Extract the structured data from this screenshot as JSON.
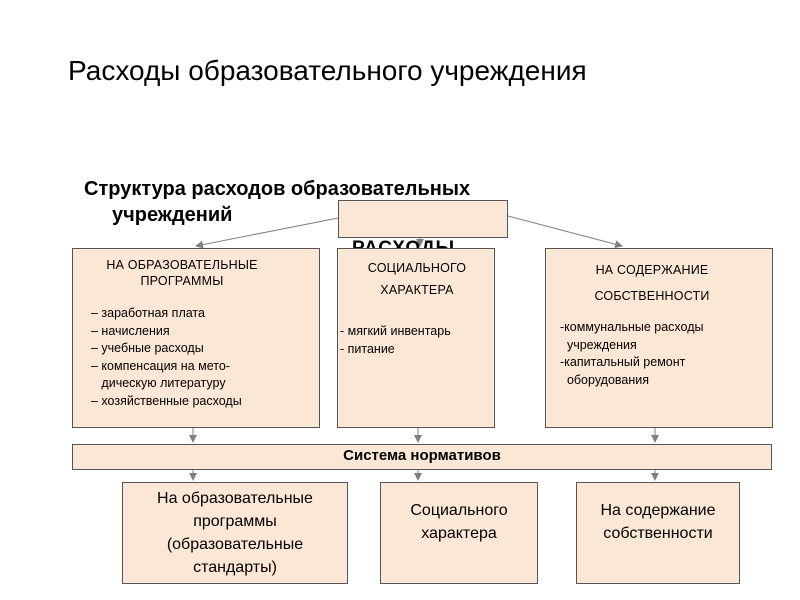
{
  "title": "Расходы образовательного учреждения",
  "subtitle": {
    "line1": "Структура расходов образовательных",
    "line2": "учреждений"
  },
  "center_box": {
    "overflow_text": "РАСХОДЫ"
  },
  "category_boxes": [
    {
      "header_lines": [
        "НА ОБРАЗОВАТЕЛЬНЫЕ",
        "ПРОГРАММЫ"
      ],
      "items": [
        "– заработная плата",
        "– начисления",
        "– учебные расходы",
        "– компенсация на мето-",
        "   дическую литературу",
        "– хозяйственные расходы"
      ]
    },
    {
      "header_lines": [
        "СОЦИАЛЬНОГО",
        "ХАРАКТЕРА"
      ],
      "items": [
        "- мягкий инвентарь",
        "- питание"
      ]
    },
    {
      "header_lines": [
        "НА СОДЕРЖАНИЕ",
        "СОБСТВЕННОСТИ"
      ],
      "items": [
        "-коммунальные расходы",
        "  учреждения",
        "-капитальный ремонт",
        "  оборудования"
      ]
    }
  ],
  "norms_bar": {
    "label": "Система нормативов"
  },
  "bottom_boxes": [
    {
      "lines": [
        "На образовательные",
        "программы",
        "(образовательные",
        "стандарты)"
      ]
    },
    {
      "lines": [
        "Социального",
        "характера"
      ]
    },
    {
      "lines": [
        "На содержание",
        "собственности"
      ]
    }
  ],
  "colors": {
    "box_fill": "#fbe7d6",
    "box_border": "#555555",
    "connector": "#808080"
  }
}
